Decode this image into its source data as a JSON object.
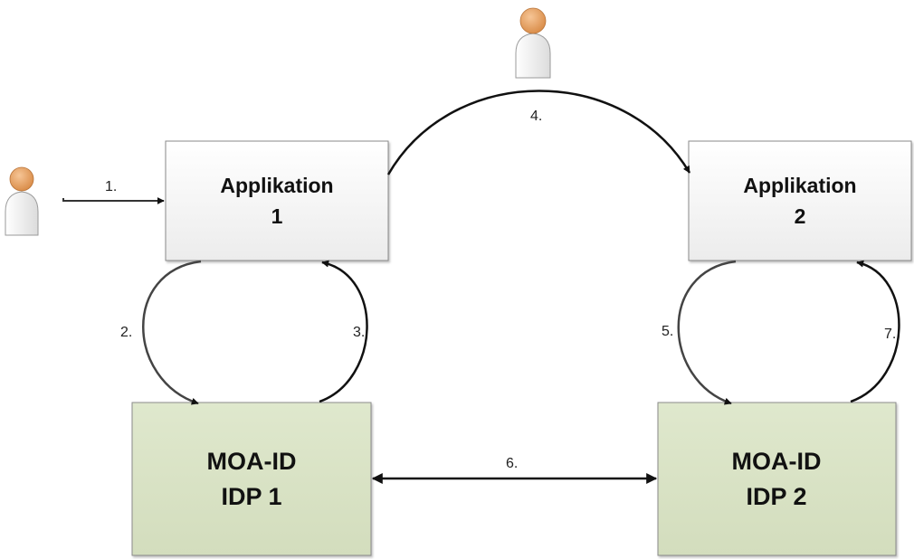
{
  "nodes": {
    "app1": {
      "line1": "Applikation",
      "line2": "1"
    },
    "app2": {
      "line1": "Applikation",
      "line2": "2"
    },
    "idp1": {
      "line1": "MOA-ID",
      "line2": "IDP 1"
    },
    "idp2": {
      "line1": "MOA-ID",
      "line2": "IDP 2"
    }
  },
  "steps": {
    "s1": "1.",
    "s2": "2.",
    "s3": "3.",
    "s4": "4.",
    "s5": "5.",
    "s6": "6.",
    "s7": "7."
  },
  "icons": {
    "user": "user-icon"
  },
  "colors": {
    "app_fill": "#f2f2f2",
    "idp_fill": "#d8e2c4",
    "user_head": "#e3a163",
    "arrow": "#111111"
  }
}
